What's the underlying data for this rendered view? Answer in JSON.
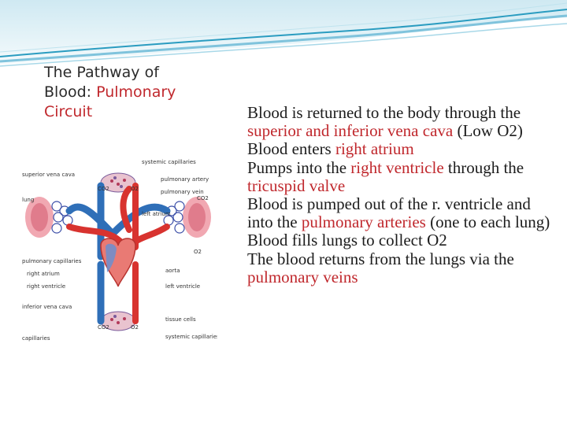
{
  "title": {
    "line1": "The Pathway of",
    "line2_plain": "Blood: ",
    "line2_highlight": "Pulmonary",
    "line3_highlight": "Circuit"
  },
  "bullet_symbol": "",
  "bullets": [
    {
      "parts": [
        {
          "text": "Blood is returned to the body through the ",
          "hl": false
        },
        {
          "text": "superior and inferior vena cava",
          "hl": true
        },
        {
          "text": " (Low O2)",
          "hl": false
        }
      ]
    },
    {
      "parts": [
        {
          "text": "Blood enters ",
          "hl": false
        },
        {
          "text": "right atrium",
          "hl": true
        }
      ]
    },
    {
      "parts": [
        {
          "text": "Pumps into the ",
          "hl": false
        },
        {
          "text": "right ventricle",
          "hl": true
        },
        {
          "text": " through the ",
          "hl": false
        },
        {
          "text": "tricuspid valve",
          "hl": true
        }
      ]
    },
    {
      "parts": [
        {
          "text": "Blood is pumped out of the r. ventricle and into the ",
          "hl": false
        },
        {
          "text": "pulmonary arteries",
          "hl": true
        },
        {
          "text": " (one to each lung)",
          "hl": false
        }
      ]
    },
    {
      "parts": [
        {
          "text": "Blood fills lungs to collect O2",
          "hl": false
        }
      ]
    },
    {
      "parts": [
        {
          "text": "The blood returns from the lungs via the ",
          "hl": false
        },
        {
          "text": "pulmonary veins",
          "hl": true
        }
      ]
    }
  ],
  "diagram_labels": {
    "systemic_capillaries": "systemic capillaries",
    "superior_vena_cava": "superior vena cava",
    "pulmonary_artery": "pulmonary artery",
    "pulmonary_vein": "pulmonary vein",
    "lung": "lung",
    "left_atrium": "left atrium",
    "pulmonary_capillaries": "pulmonary capillaries",
    "right_atrium": "right atrium",
    "aorta": "aorta",
    "right_ventricle": "right ventricle",
    "left_ventricle": "left ventricle",
    "inferior_vena_cava": "inferior vena cava",
    "tissue_cells": "tissue cells",
    "capillaries": "capillaries",
    "systemic_capillaries_bottom": "systemic capillaries",
    "co2": "CO2",
    "o2": "O2"
  },
  "colors": {
    "highlight": "#c0282d",
    "bullet": "#1e8fb5",
    "banner_teal": "#2a9cc0",
    "artery_red": "#d8332f",
    "vein_blue": "#2f6fb8"
  }
}
